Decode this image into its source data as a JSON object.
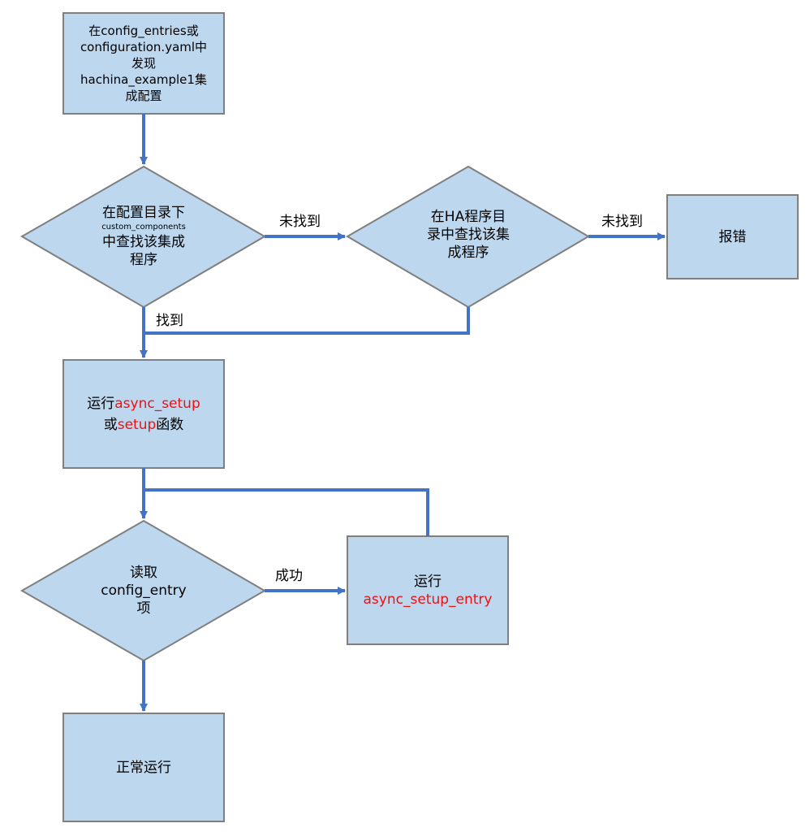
{
  "box_start": {
    "lines": [
      "在config_entries或",
      "configuration.yaml中",
      "发现",
      "hachina_example1集",
      "成配置"
    ]
  },
  "diamond_custom": {
    "line1": "在配置目录下",
    "line2": "custom_components",
    "line3": "中查找该集成",
    "line4": "程序"
  },
  "diamond_ha": {
    "lines": [
      "在HA程序目",
      "录中查找该集",
      "成程序"
    ]
  },
  "box_error": {
    "text": "报错"
  },
  "box_setup": {
    "prefix1": "运行",
    "func1": "async_setup",
    "prefix2": "或",
    "func2": "setup",
    "suffix2": "函数"
  },
  "diamond_read": {
    "lines": [
      "读取",
      "config_entry",
      "项"
    ]
  },
  "box_entry": {
    "line1": "运行",
    "line2": "async_setup_entry"
  },
  "box_normal": {
    "text": "正常运行"
  },
  "edge_labels": {
    "not_found_1": "未找到",
    "not_found_2": "未找到",
    "found": "找到",
    "success": "成功"
  },
  "colors": {
    "node_fill": "#bdd7ee",
    "node_stroke": "#7f7f7f",
    "arrow": "#4472c4",
    "highlight": "#ee1111"
  }
}
